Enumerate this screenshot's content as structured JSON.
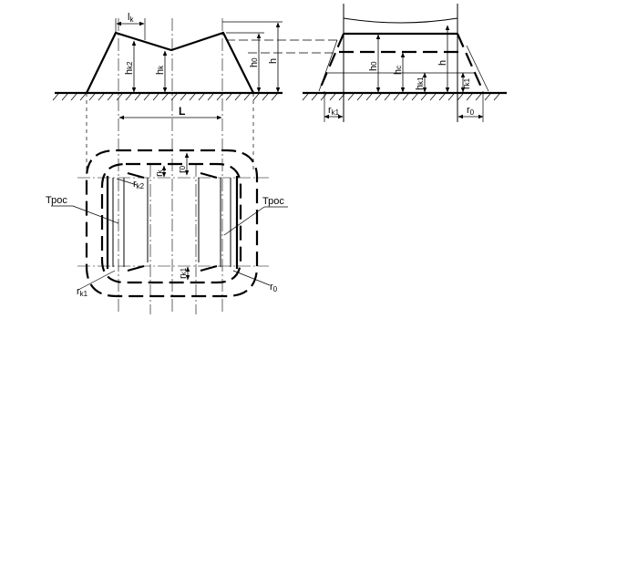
{
  "labels": {
    "lk": "l",
    "lk_sub": "k",
    "L": "L",
    "hk2": "h",
    "hk2_sub": "k2",
    "hk": "h",
    "hk_sub": "k",
    "h0_left": "h",
    "h0_left_sub": "0",
    "h_left": "h",
    "h0_right": "h",
    "h0_right_sub": "0",
    "hc": "h",
    "hc_sub": "c",
    "hk1": "h",
    "hk1_sub": "k1",
    "h_right": "h",
    "rk1_right": "r",
    "rk1_right_sub": "k1",
    "rk2_top": "r",
    "rk2_top_sub": "k1",
    "r0_right": "r",
    "r0_right_sub": "0",
    "rk1_bottom": "r",
    "rk1_bottom_sub": "k1",
    "r0_plan": "r",
    "r0_plan_sub": "0",
    "rk2_plan": "r",
    "rk2_plan_sub": "k2",
    "rk_small": "r",
    "rk_small_sub": "k",
    "rk_small_bottom": "r",
    "rk_small_bottom_sub": "k1",
    "rk1_plan": "r",
    "rk1_plan_sub": "k1",
    "r0_plan_br": "r",
    "r0_plan_br_sub": "0",
    "tros_left": "Трос",
    "tros_right": "Трос"
  }
}
